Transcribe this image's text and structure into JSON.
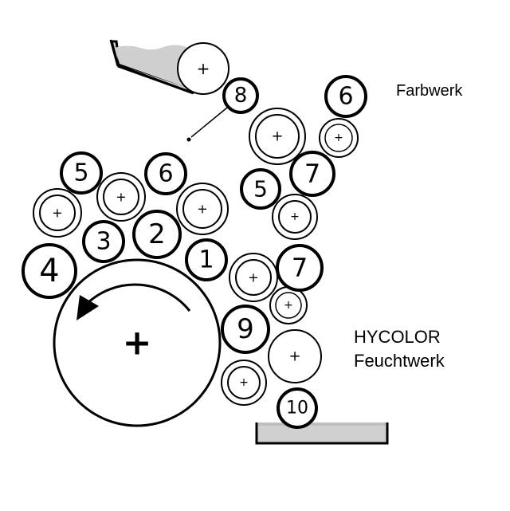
{
  "labels": {
    "farbwerk": "Farbwerk",
    "hycolor": "HYCOLOR",
    "feuchtwerk": "Feuchtwerk"
  },
  "callouts": [
    "8",
    "6",
    "5",
    "6",
    "7",
    "5",
    "3",
    "2",
    "4",
    "1",
    "7",
    "9",
    "10"
  ],
  "roller_symbol": "+",
  "colors": {
    "line": "#000000",
    "tray_fill": "#d0d0d0",
    "background": "#ffffff"
  }
}
